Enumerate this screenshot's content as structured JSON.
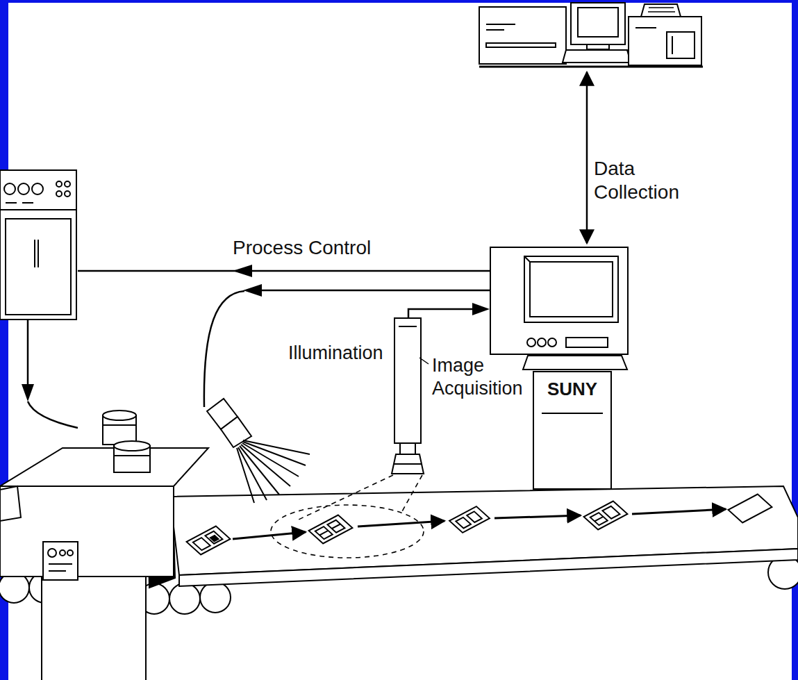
{
  "diagram": {
    "nodes": [
      {
        "text": [
          "SUNY"
        ]
      }
    ],
    "labels": [
      "Data Collection",
      "Process Control",
      "Illumination",
      "Image Acquisition"
    ]
  }
}
